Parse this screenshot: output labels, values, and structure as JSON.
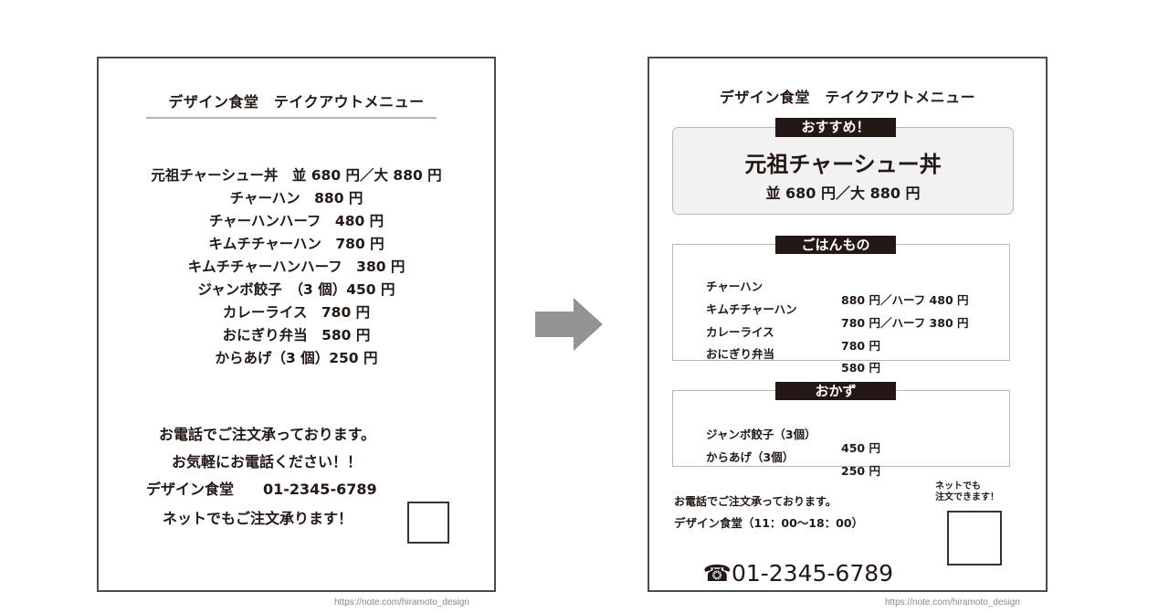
{
  "before": {
    "title": "デザイン食堂　テイクアウトメニュー",
    "menu_items": [
      "元祖チャーシュー丼　並 680 円／大 880 円",
      "チャーハン　880 円",
      "チャーハンハーフ　480 円",
      "キムチチャーハン　780 円",
      "キムチチャーハンハーフ　380 円",
      "ジャンボ餃子　（3 個）450 円",
      "カレーライス　780 円",
      "おにぎり弁当　580 円",
      "からあげ（3 個）250 円"
    ],
    "footer": {
      "line1": "お電話でご注文承っております。",
      "line2": "お気軽にお電話ください！！",
      "line3": "デザイン食堂　　01-2345-6789",
      "line4": "ネットでもご注文承ります！"
    },
    "credit": "https://note.com/hiramoto_design"
  },
  "arrow": {
    "icon": "right-arrow-icon",
    "color": "#939393"
  },
  "after": {
    "title": "デザイン食堂　テイクアウトメニュー",
    "recommend": {
      "label": "おすすめ！",
      "name": "元祖チャーシュー丼",
      "price": "並 680 円／大 880 円"
    },
    "rice_section": {
      "label": "ごはんもの",
      "items": [
        {
          "name": "チャーハン",
          "price": "880 円／ハーフ 480 円"
        },
        {
          "name": "キムチチャーハン",
          "price": "780 円／ハーフ 380 円"
        },
        {
          "name": "カレーライス",
          "price": "780 円"
        },
        {
          "name": "おにぎり弁当",
          "price": "580 円"
        }
      ]
    },
    "side_section": {
      "label": "おかず",
      "items": [
        {
          "name": "ジャンボ餃子（3個）",
          "price": "450 円"
        },
        {
          "name": "からあげ（3個）",
          "price": "250 円"
        }
      ]
    },
    "footer": {
      "order_note": "お電話でご注文承っております。",
      "hours": "デザイン食堂（11：00〜18：00）",
      "tel_icon": "☎",
      "phone": "01-2345-6789",
      "net_note_line1": "ネットでも",
      "net_note_line2": "注文できます！"
    },
    "credit": "https://note.com/hiramoto_design"
  },
  "colors": {
    "label_bg": "#231815",
    "rec_box_bg": "#f2f2f2",
    "frame_border": "#4a4a4a",
    "section_border": "#b8b8b8"
  }
}
